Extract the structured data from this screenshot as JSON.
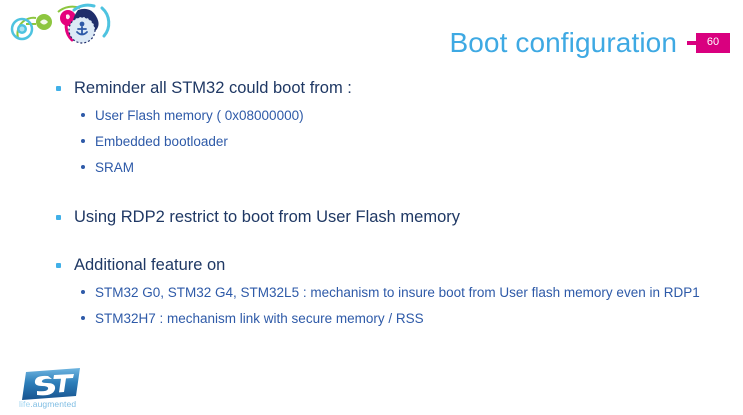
{
  "slide": {
    "title": "Boot configuration",
    "page_number": "60"
  },
  "brand": {
    "logo_name": "st-logo",
    "tagline_part1": "life",
    "tagline_part2": ".augmented",
    "decor_icon": "connected-circles-graphic"
  },
  "colors": {
    "title_blue": "#3ea9e3",
    "badge_magenta": "#d9007f",
    "level1_text": "#1f3864",
    "level2_text": "#2e5aa8",
    "bullet_level1": "#41b0e8"
  },
  "content": {
    "blocks": [
      {
        "heading": "Reminder all STM32 could boot from :",
        "items": [
          "User Flash  memory ( 0x08000000)",
          "Embedded bootloader",
          "SRAM"
        ]
      },
      {
        "heading": "Using RDP2 restrict to boot from User Flash memory",
        "items": []
      },
      {
        "heading": "Additional feature on",
        "items": [
          "STM32 G0, STM32 G4, STM32L5 : mechanism to insure boot from User flash memory even in RDP1",
          "STM32H7 : mechanism link with secure memory / RSS"
        ]
      }
    ]
  }
}
